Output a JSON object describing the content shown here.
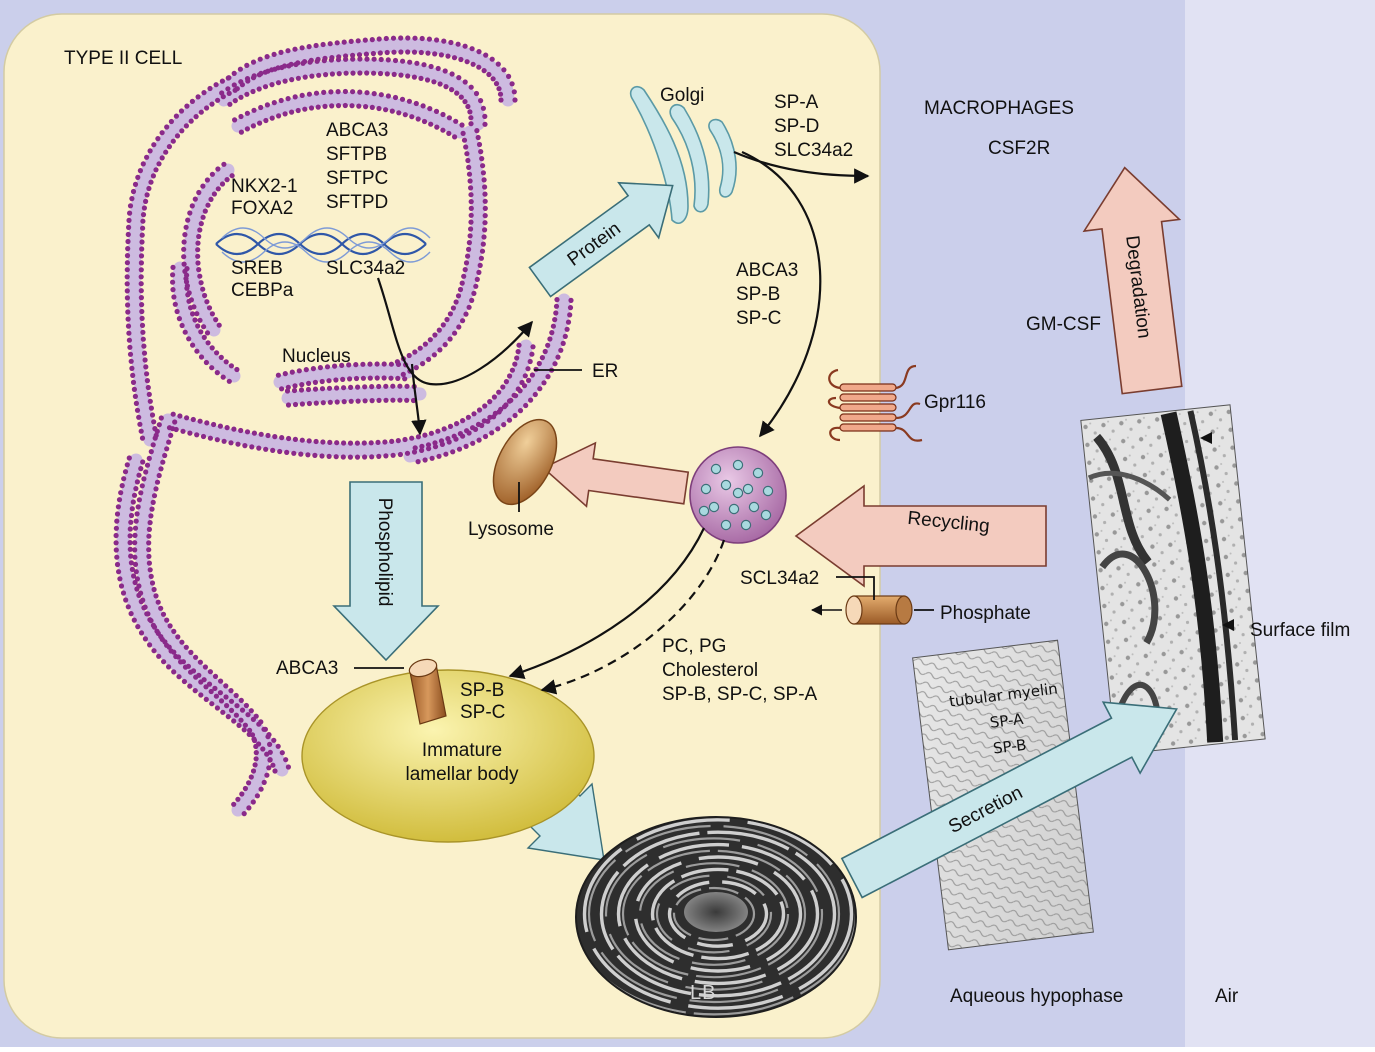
{
  "regions": {
    "cell": "TYPE II CELL",
    "hypophase": "Aqueous hypophase",
    "air": "Air",
    "macrophages": "MACROPHAGES"
  },
  "nucleus": {
    "label": "Nucleus",
    "genes_left": [
      "NKX2-1",
      "FOXA2"
    ],
    "genes_right": [
      "ABCA3",
      "SFTPB",
      "SFTPC",
      "SFTPD"
    ],
    "genes_bottom_left": [
      "SREB",
      "CEBPa"
    ],
    "gene_bottom_right": "SLC34a2"
  },
  "organelles": {
    "er": "ER",
    "golgi": "Golgi",
    "lysosome": "Lysosome",
    "immature_lb": [
      "Immature",
      "lamellar body"
    ],
    "lb": "LB",
    "tubular_myelin": [
      "tubular myelin",
      "SP-A",
      "SP-B"
    ],
    "surface_film": "Surface film"
  },
  "arrows": {
    "protein": "Protein",
    "phospholipid": "Phospholipid",
    "recycling": "Recycling",
    "secretion": "Secretion",
    "degradation": "Degradation"
  },
  "labels": {
    "golgi_out": [
      "SP-A",
      "SP-D",
      "SLC34a2"
    ],
    "golgi_to_mvb": [
      "ABCA3",
      "SP-B",
      "SP-C"
    ],
    "csf2r": "CSF2R",
    "gmcsf": "GM-CSF",
    "gpr116": "Gpr116",
    "scl34a2": "SCL34a2",
    "phosphate": "Phosphate",
    "abca3": "ABCA3",
    "lb_proteins": [
      "SP-B",
      "SP-C"
    ],
    "lb_lipids": [
      "PC, PG",
      "Cholesterol",
      "SP-B, SP-C, SP-A"
    ]
  },
  "colors": {
    "cell": "#faf1cc",
    "hypophase": "#cbcfeb",
    "air": "#e1e2f3",
    "er": "#cdbbe0",
    "er_dots": "#8a2a8a",
    "teal_arrow": "#c9e7eb",
    "pink_arrow": "#f3cbbf",
    "lysosome": "#b57a3c",
    "lamellar_body": "#d9c743"
  }
}
